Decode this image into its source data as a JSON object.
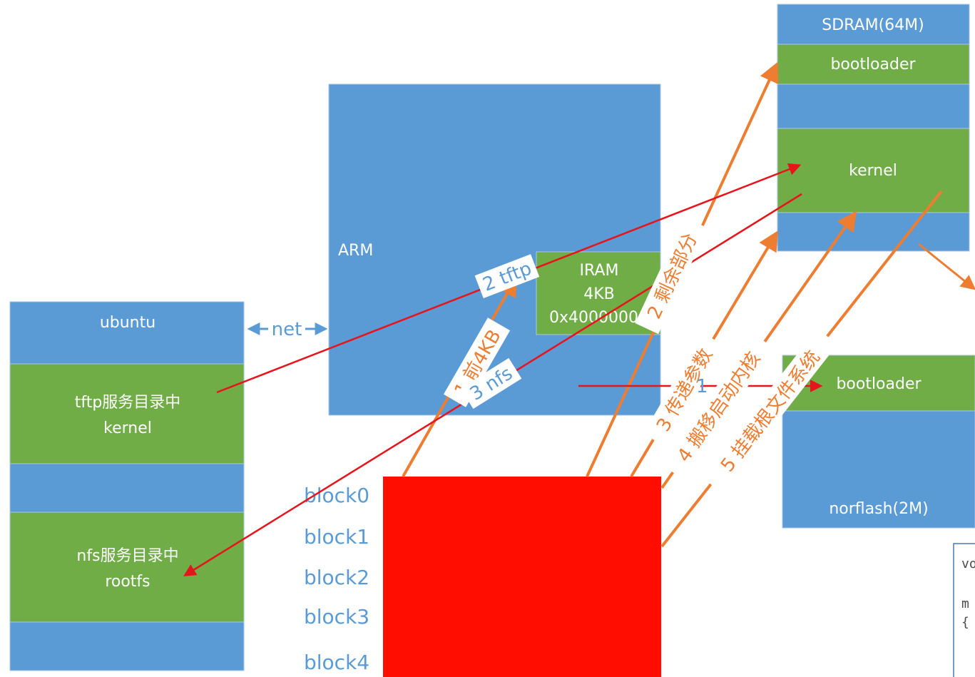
{
  "colors": {
    "box_blue": "#5b9bd5",
    "box_green": "#70ad47",
    "nand_red": "#ff0d00",
    "arrow_orange": "#ed7d31",
    "arrow_red": "#e8141c",
    "label_blue": "#5b9bd5"
  },
  "sdram": {
    "title": "SDRAM(64M)",
    "bootloader": "bootloader",
    "kernel": "kernel"
  },
  "arm": {
    "title": "ARM",
    "iram_name": "IRAM",
    "iram_size": "4KB",
    "iram_addr": "0x40000000"
  },
  "ubuntu": {
    "title": "ubuntu",
    "tftp_dir": "tftp服务目录中",
    "tftp_file": "kernel",
    "nfs_dir": "nfs服务目录中",
    "nfs_file": "rootfs"
  },
  "norflash": {
    "bootloader": "bootloader",
    "title": "norflash(2M)"
  },
  "link": {
    "net": "net"
  },
  "blocks": [
    "block0",
    "block1",
    "block2",
    "block3",
    "block4"
  ],
  "arrows": {
    "step1_first4kb": "1 前4KB",
    "step2_rest": "2 剩余部分",
    "step3_params": "3 传递参数",
    "step4_boot": "4 搬移启动内核",
    "step5_mount": "5 挂载根文件系统",
    "tftp": "2  tftp",
    "nfs": "3 nfs",
    "nor_one": "1"
  },
  "code_fragment": [
    "vo",
    "m",
    "{"
  ]
}
